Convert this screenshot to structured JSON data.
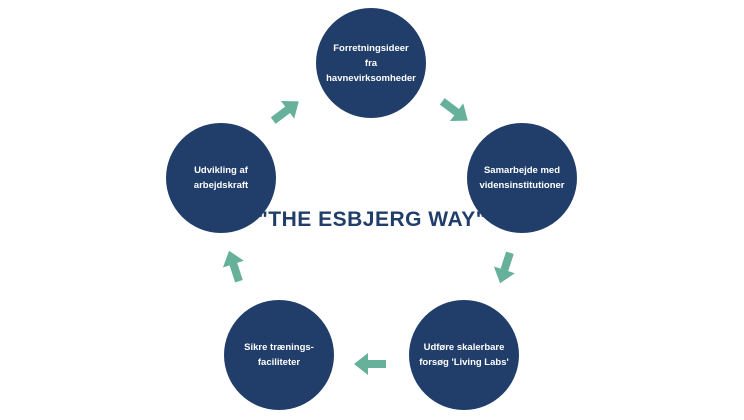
{
  "colors": {
    "node_fill": "#213e6b",
    "arrow": "#67b09a",
    "title_text": "#213e6b",
    "background": "#ffffff"
  },
  "title": "\"THE ESBJERG WAY\"",
  "nodes": [
    {
      "label": "Forretningsideer fra\nhavnevirksomheder"
    },
    {
      "label": "Samarbejde med\nvidensinstitutioner"
    },
    {
      "label": "Udføre skalerbare\nforsøg 'Living Labs'"
    },
    {
      "label": "Sikre trænings-\nfaciliteter"
    },
    {
      "label": "Udvikling af\narbejdskraft"
    }
  ],
  "edges": [
    {
      "from": 0,
      "to": 1
    },
    {
      "from": 1,
      "to": 2
    },
    {
      "from": 2,
      "to": 3
    },
    {
      "from": 3,
      "to": 4
    },
    {
      "from": 4,
      "to": 0
    }
  ]
}
